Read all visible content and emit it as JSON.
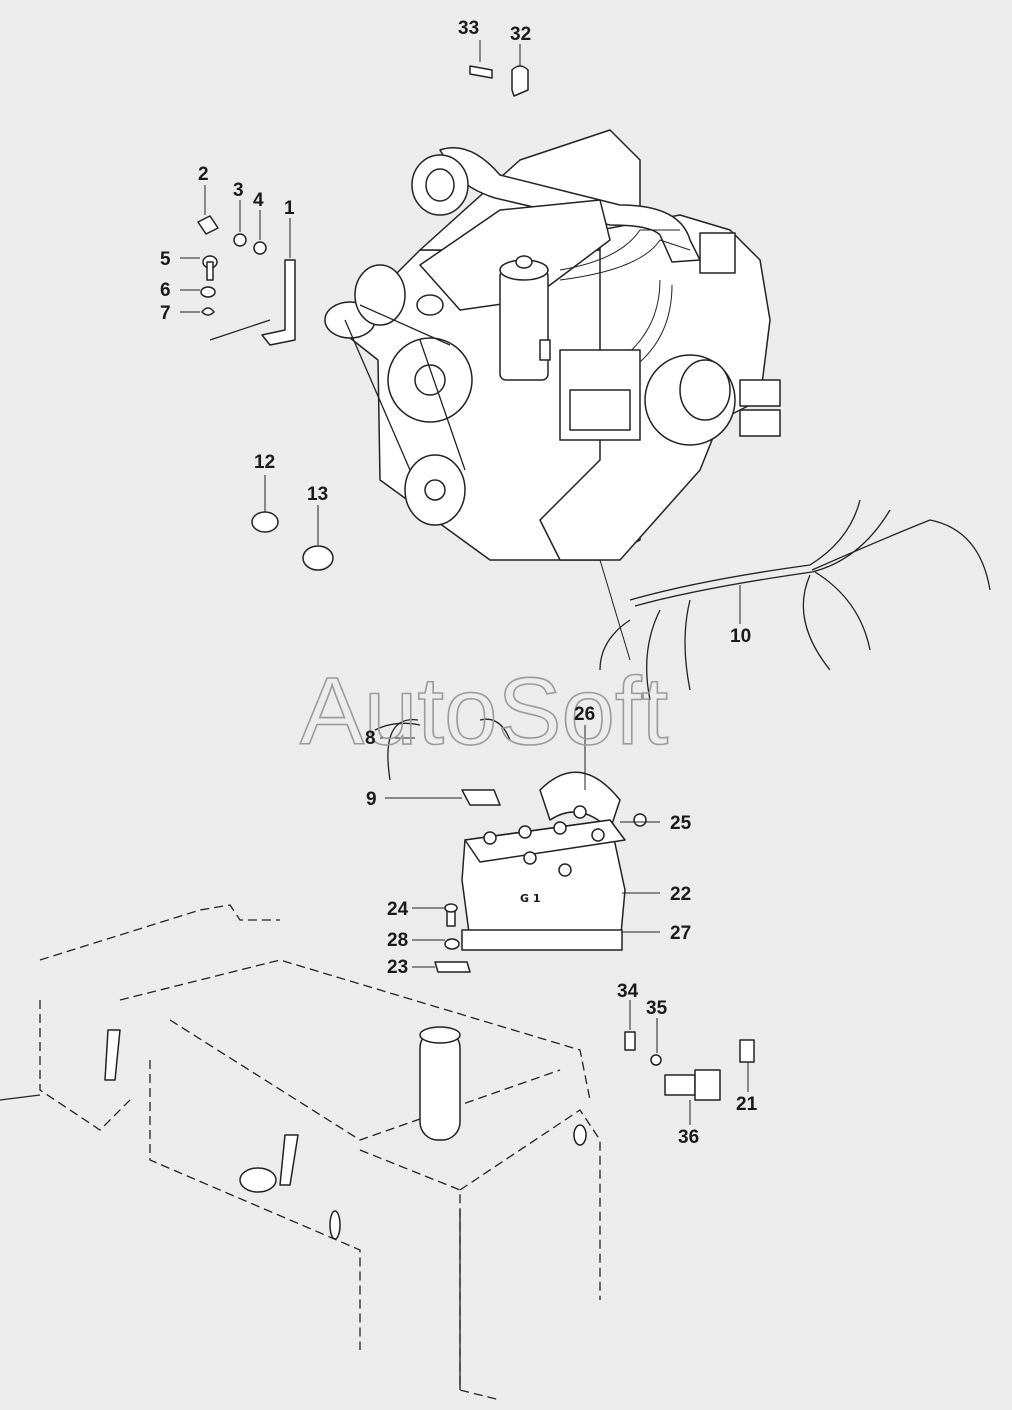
{
  "watermark": "AutoSoft",
  "battery_label": "G 1",
  "callouts": [
    {
      "id": "c1",
      "label": "1"
    },
    {
      "id": "c2",
      "label": "2"
    },
    {
      "id": "c3",
      "label": "3"
    },
    {
      "id": "c4",
      "label": "4"
    },
    {
      "id": "c5",
      "label": "5"
    },
    {
      "id": "c6",
      "label": "6"
    },
    {
      "id": "c7",
      "label": "7"
    },
    {
      "id": "c8",
      "label": "8"
    },
    {
      "id": "c9",
      "label": "9"
    },
    {
      "id": "c10",
      "label": "10"
    },
    {
      "id": "c12",
      "label": "12"
    },
    {
      "id": "c13",
      "label": "13"
    },
    {
      "id": "c21",
      "label": "21"
    },
    {
      "id": "c22",
      "label": "22"
    },
    {
      "id": "c23",
      "label": "23"
    },
    {
      "id": "c24",
      "label": "24"
    },
    {
      "id": "c25",
      "label": "25"
    },
    {
      "id": "c26",
      "label": "26"
    },
    {
      "id": "c27",
      "label": "27"
    },
    {
      "id": "c28",
      "label": "28"
    },
    {
      "id": "c32",
      "label": "32"
    },
    {
      "id": "c33",
      "label": "33"
    },
    {
      "id": "c34",
      "label": "34"
    },
    {
      "id": "c35",
      "label": "35"
    },
    {
      "id": "c36",
      "label": "36"
    }
  ]
}
